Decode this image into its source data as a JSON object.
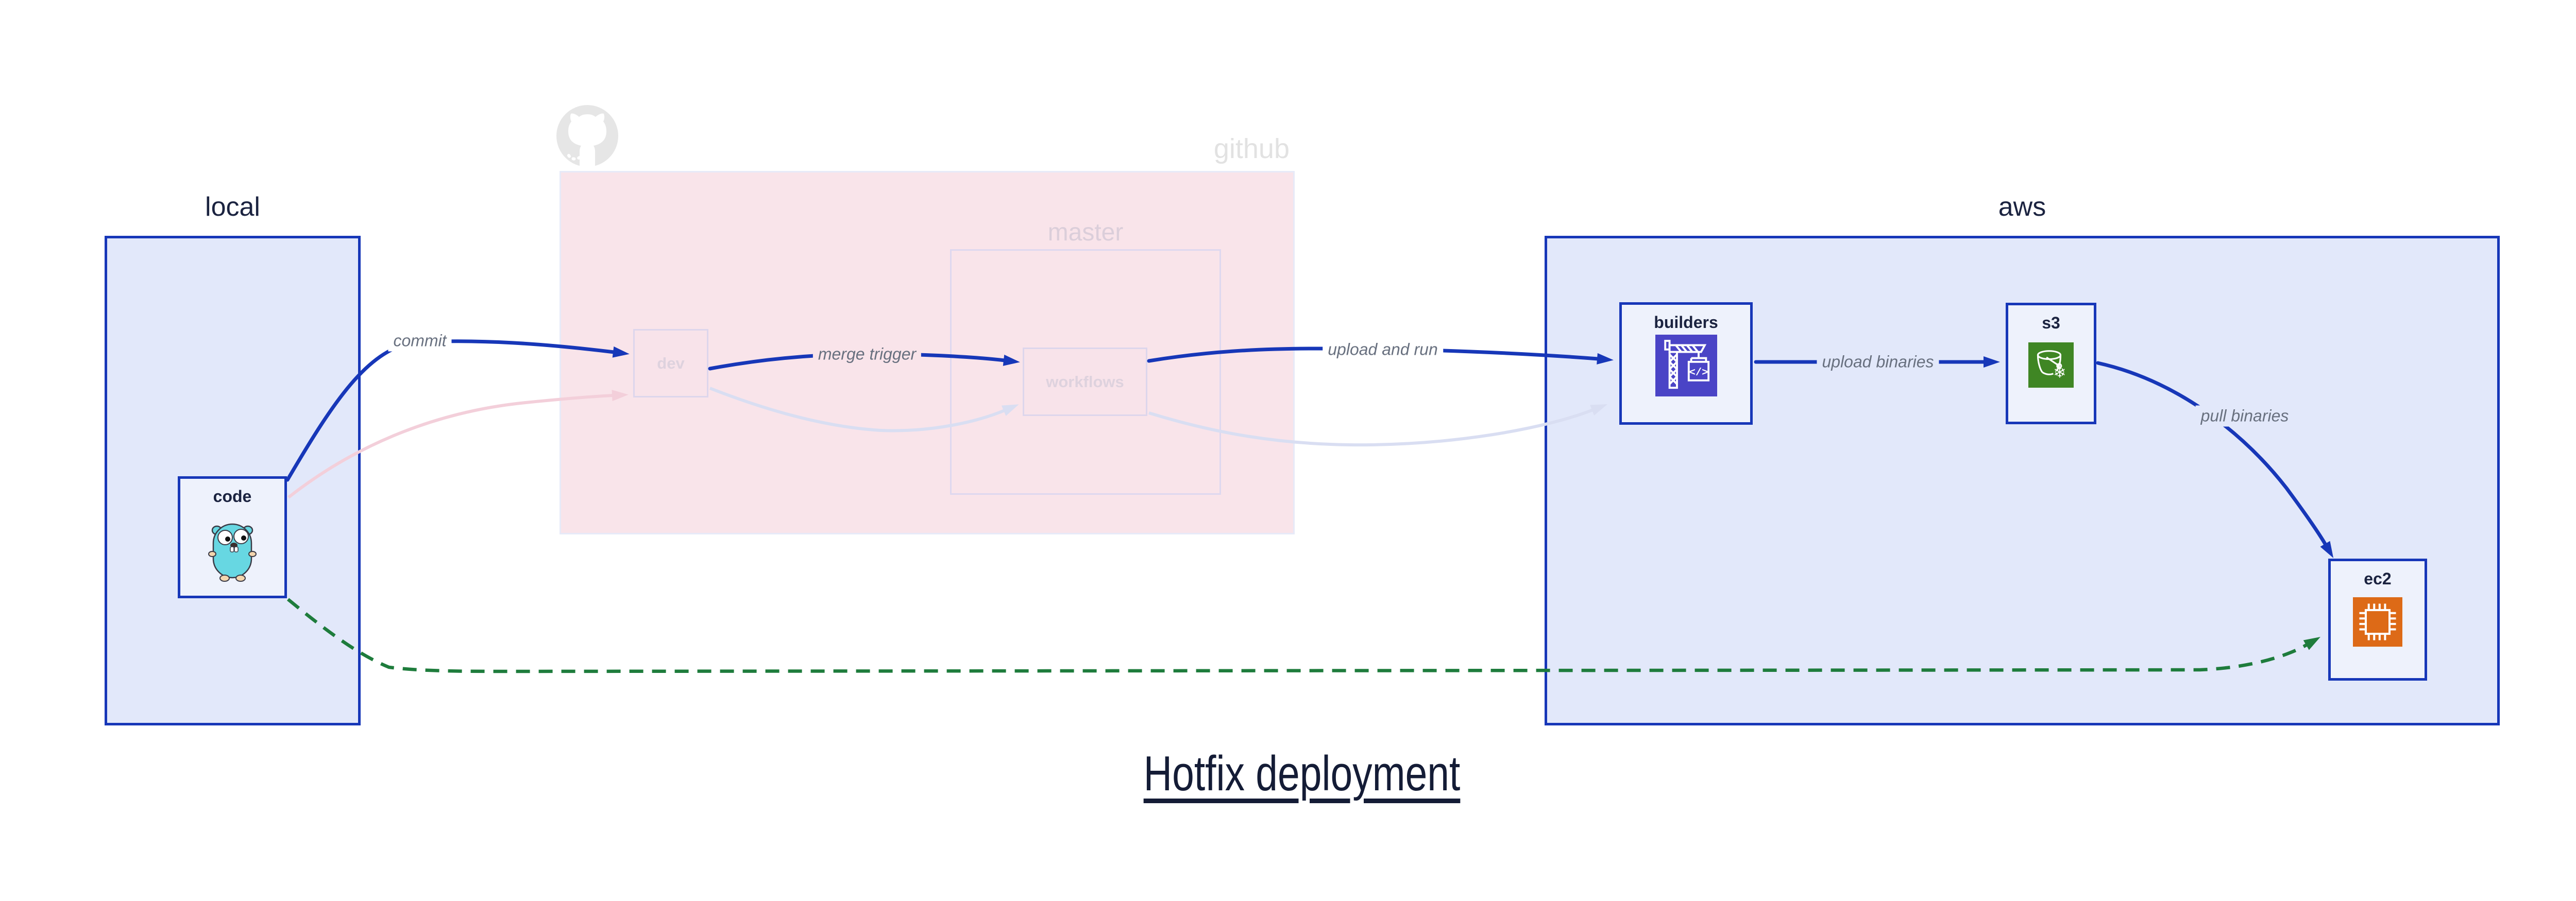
{
  "title": "Hotfix deployment",
  "groups": {
    "local": {
      "label": "local"
    },
    "github": {
      "label": "github",
      "branch": "master"
    },
    "aws": {
      "label": "aws"
    }
  },
  "nodes": {
    "code": {
      "label": "code",
      "icon": "go-gopher-icon"
    },
    "dev": {
      "label": "dev"
    },
    "workflows": {
      "label": "workflows"
    },
    "builders": {
      "label": "builders",
      "icon": "codebuild-crane-icon"
    },
    "s3": {
      "label": "s3",
      "icon": "s3-glacier-bucket-icon"
    },
    "ec2": {
      "label": "ec2",
      "icon": "ec2-chip-icon"
    }
  },
  "edge_labels": {
    "commit": "commit",
    "merge_trigger": "merge trigger",
    "upload_and_run": "upload and run",
    "upload_binaries": "upload binaries",
    "pull_binaries": "pull binaries"
  },
  "colors": {
    "accent_blue": "#1737b8",
    "group_fill_blue": "#e2e8fa",
    "node_fill": "#eef2fc",
    "github_fill_pink": "#f9e4ea",
    "faded_border": "#ddd6ec",
    "faded_arrow_lavender": "#d9def2",
    "faded_arrow_pink": "#f3cfda",
    "hotfix_green": "#1e7c3c",
    "edge_label_gray": "#68707f",
    "text_navy": "#1b2340",
    "github_gray": "#e4e4e4",
    "codebuild_indigo": "#4a44c6",
    "s3_green": "#3f8624",
    "ec2_orange": "#dd6a17"
  }
}
